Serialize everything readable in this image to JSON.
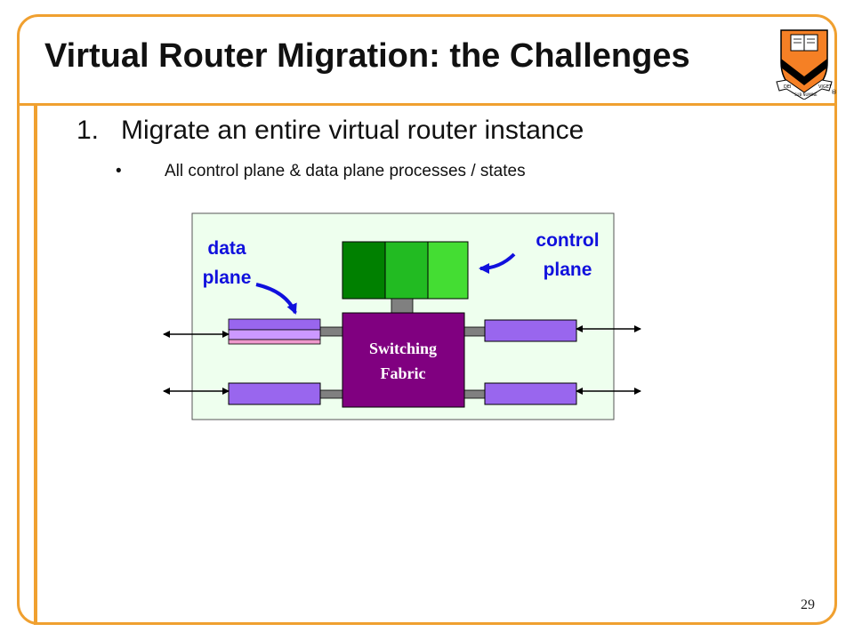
{
  "slide": {
    "title": "Virtual Router Migration: the Challenges",
    "number": "29"
  },
  "logo": {
    "shield_color": "#f58025",
    "chevron_color": "#000000",
    "motto_left": "DEI",
    "motto_center": "SUB NUMINE",
    "motto_right": "VIGET",
    "registered_mark": "®"
  },
  "content": {
    "point_1": {
      "number": "1.",
      "text": "Migrate an entire virtual router instance"
    },
    "sub_point": {
      "bullet": "•",
      "text": "All control plane & data plane processes / states"
    }
  },
  "diagram": {
    "background_color": "#eeffee",
    "labels": {
      "data_plane_line1": "data",
      "data_plane_line2": "plane",
      "control_plane_line1": "control",
      "control_plane_line2": "plane"
    },
    "label_color": "#1010dd",
    "switching_fabric": {
      "line1": "Switching",
      "line2": "Fabric",
      "color": "#800080"
    },
    "control_processes": [
      {
        "color": "#008000"
      },
      {
        "color": "#22bb22"
      },
      {
        "color": "#44dd33"
      }
    ],
    "line_card_color": "#9966ee",
    "line_card_top_layers": [
      "#9966ee",
      "#cc99ff",
      "#ee99cc"
    ],
    "connector_color": "#808080"
  }
}
